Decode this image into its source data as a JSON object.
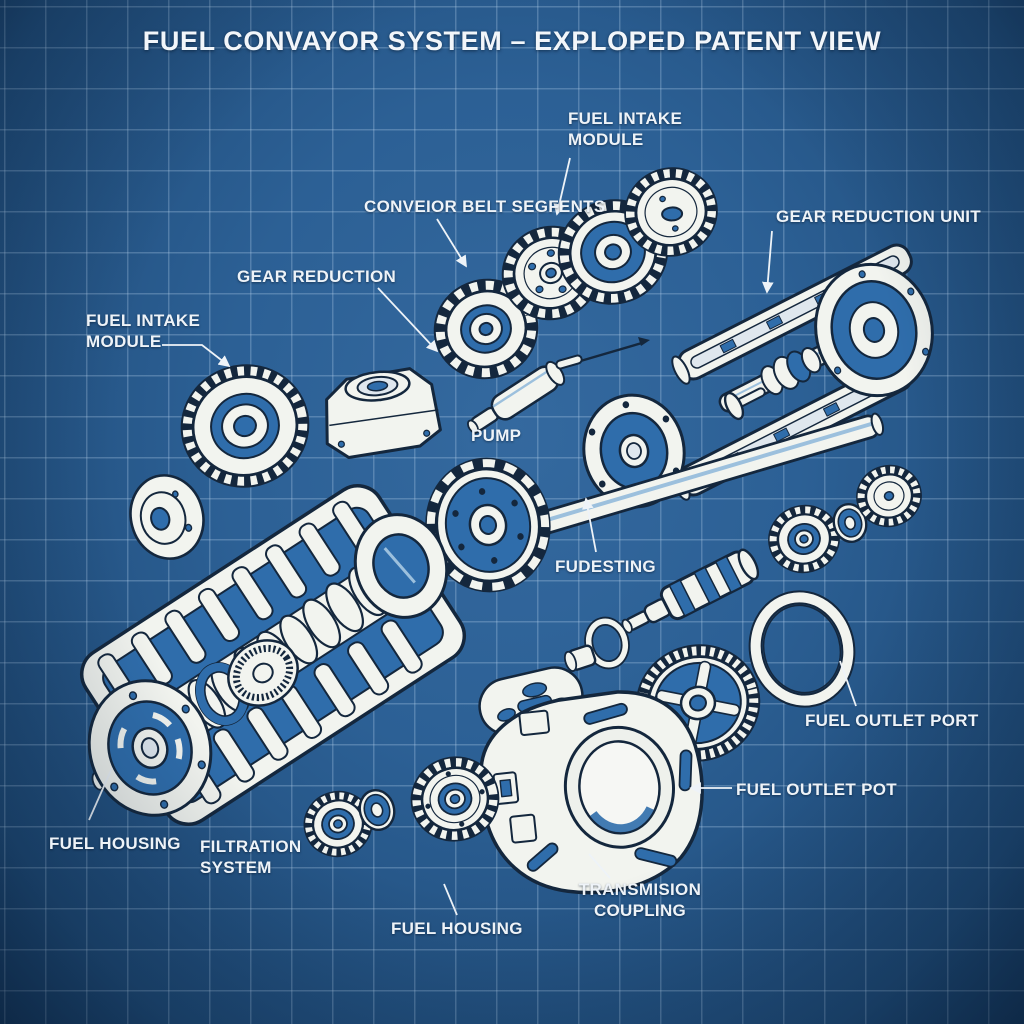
{
  "title": "FUEL CONVAYOR SYSTEM – EXPLOPED PATENT VIEW",
  "labels": [
    {
      "id": "fuel-intake-module-top",
      "text": "FUEL INTAKE\nMODULE"
    },
    {
      "id": "conveyor-belt-segments",
      "text": "CONVEIOR BELT SEGFENTS"
    },
    {
      "id": "gear-reduction-unit",
      "text": "GEAR REDUCTION UNIT"
    },
    {
      "id": "gear-reduction",
      "text": "GEAR REDUCTION"
    },
    {
      "id": "fuel-intake-module-left",
      "text": "FUEL INTAKE\nMODULE"
    },
    {
      "id": "pump",
      "text": "PUMP"
    },
    {
      "id": "fudesting",
      "text": "FUDESTING"
    },
    {
      "id": "fuel-outlet-port",
      "text": "FUEL OUTLET PORT"
    },
    {
      "id": "fuel-outlet-pot",
      "text": "FUEL OUTLET POT"
    },
    {
      "id": "fuel-housing-left",
      "text": "FUEL HOUSING"
    },
    {
      "id": "filtration-system",
      "text": "FILTRATION\nSYSTEM"
    },
    {
      "id": "fuel-housing-bottom",
      "text": "FUEL HOUSING"
    },
    {
      "id": "transmission-coupling",
      "text": "TRANSMISION\nCOUPLING"
    }
  ],
  "colors": {
    "background": "#2c6095",
    "grid_line": "#b2cee9",
    "ink": "#14273d",
    "part_fill": "#f2f4ef",
    "part_blue": "#2f6dab",
    "label_text": "#eef3f8"
  }
}
